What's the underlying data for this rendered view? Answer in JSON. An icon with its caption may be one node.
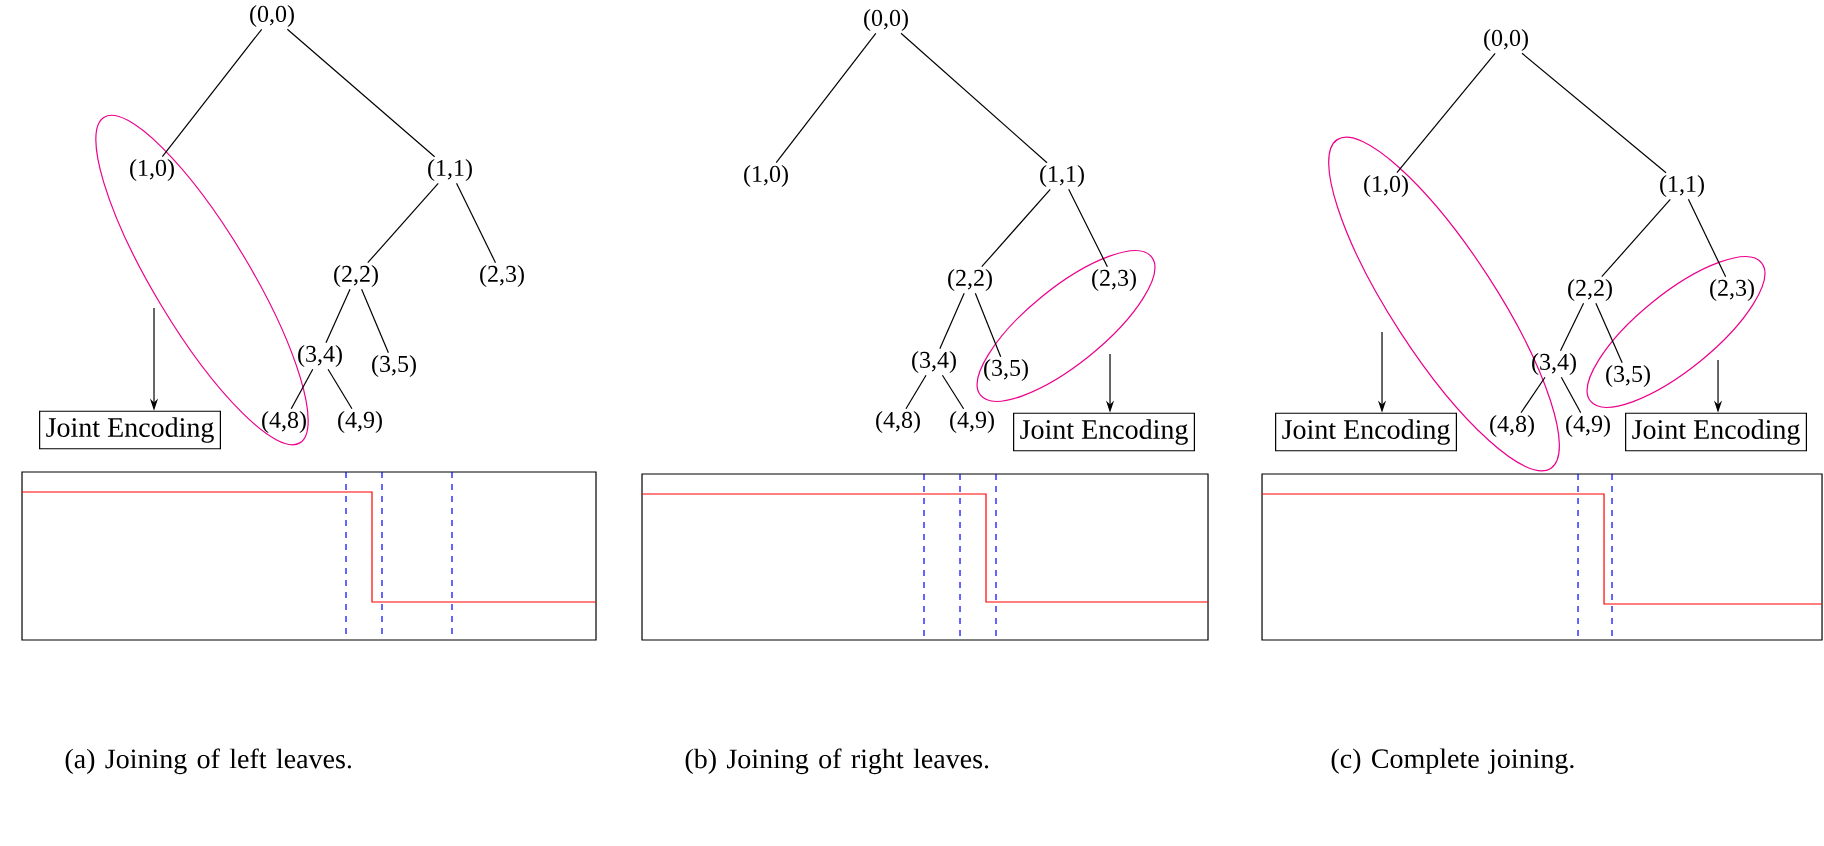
{
  "diagram": {
    "nodes": [
      {
        "text": [
          "(0,0)"
        ]
      },
      {
        "text": [],
        "shape": "ellipse"
      },
      {
        "text": [
          "(1,0)"
        ],
        "in": 1
      },
      {
        "text": [
          "(1,1)"
        ]
      },
      {
        "text": [
          "(2,2)"
        ]
      },
      {
        "text": [
          "(2,3)"
        ]
      },
      {
        "text": [
          "(3,4)"
        ]
      },
      {
        "text": [
          "(3,5)"
        ]
      },
      {
        "text": [
          "(4,8)"
        ],
        "in": 1
      },
      {
        "text": [
          "(4,9)"
        ]
      },
      {
        "text": [
          "Joint Encoding"
        ]
      },
      {
        "text": [
          "(0,0)"
        ]
      },
      {
        "text": [
          "(1,0)"
        ]
      },
      {
        "text": [
          "(1,1)"
        ]
      },
      {
        "text": [
          "(2,2)"
        ]
      },
      {
        "text": [],
        "shape": "ellipse"
      },
      {
        "text": [
          "(2,3)"
        ],
        "in": 15
      },
      {
        "text": [
          "(3,4)"
        ]
      },
      {
        "text": [
          "(3,5)"
        ],
        "in": 15
      },
      {
        "text": [
          "(4,8)"
        ]
      },
      {
        "text": [
          "(4,9)"
        ]
      },
      {
        "text": [
          "Joint Encoding"
        ]
      },
      {
        "text": [
          "(0,0)"
        ]
      },
      {
        "text": [],
        "shape": "ellipse"
      },
      {
        "text": [
          "(1,0)"
        ],
        "in": 23
      },
      {
        "text": [
          "(1,1)"
        ]
      },
      {
        "text": [
          "(2,2)"
        ]
      },
      {
        "text": [],
        "shape": "ellipse"
      },
      {
        "text": [
          "(2,3)"
        ],
        "in": 27
      },
      {
        "text": [
          "(3,4)"
        ]
      },
      {
        "text": [
          "(3,5)"
        ],
        "in": 27
      },
      {
        "text": [
          "(4,8)"
        ],
        "in": 23
      },
      {
        "text": [
          "(4,9)"
        ]
      },
      {
        "text": [
          "Joint Encoding"
        ]
      },
      {
        "text": [
          "Joint Encoding"
        ]
      }
    ],
    "edges": [
      {
        "from": 0,
        "to": 2,
        "arrow": "none"
      },
      {
        "from": 0,
        "to": 3,
        "arrow": "none"
      },
      {
        "from": 3,
        "to": 4,
        "arrow": "none"
      },
      {
        "from": 3,
        "to": 5,
        "arrow": "none"
      },
      {
        "from": 4,
        "to": 6,
        "arrow": "none"
      },
      {
        "from": 4,
        "to": 7,
        "arrow": "none"
      },
      {
        "from": 6,
        "to": 8,
        "arrow": "none"
      },
      {
        "from": 6,
        "to": 9,
        "arrow": "none"
      },
      {
        "from": 1,
        "to": 10,
        "arrow": "to"
      },
      {
        "from": 11,
        "to": 12,
        "arrow": "none"
      },
      {
        "from": 11,
        "to": 13,
        "arrow": "none"
      },
      {
        "from": 13,
        "to": 14,
        "arrow": "none"
      },
      {
        "from": 13,
        "to": 16,
        "arrow": "none"
      },
      {
        "from": 14,
        "to": 17,
        "arrow": "none"
      },
      {
        "from": 14,
        "to": 18,
        "arrow": "none"
      },
      {
        "from": 17,
        "to": 19,
        "arrow": "none"
      },
      {
        "from": 17,
        "to": 20,
        "arrow": "none"
      },
      {
        "from": 15,
        "to": 21,
        "arrow": "to"
      },
      {
        "from": 22,
        "to": 24,
        "arrow": "none"
      },
      {
        "from": 22,
        "to": 25,
        "arrow": "none"
      },
      {
        "from": 25,
        "to": 26,
        "arrow": "none"
      },
      {
        "from": 25,
        "to": 28,
        "arrow": "none"
      },
      {
        "from": 26,
        "to": 29,
        "arrow": "none"
      },
      {
        "from": 26,
        "to": 30,
        "arrow": "none"
      },
      {
        "from": 29,
        "to": 31,
        "arrow": "none"
      },
      {
        "from": 29,
        "to": 32,
        "arrow": "none"
      },
      {
        "from": 23,
        "to": 33,
        "arrow": "to"
      },
      {
        "from": 27,
        "to": 34,
        "arrow": "to"
      }
    ],
    "labels": [
      "(a) Joining of left leaves.",
      "(b) Joining of right leaves.",
      "(c) Complete joining."
    ]
  }
}
